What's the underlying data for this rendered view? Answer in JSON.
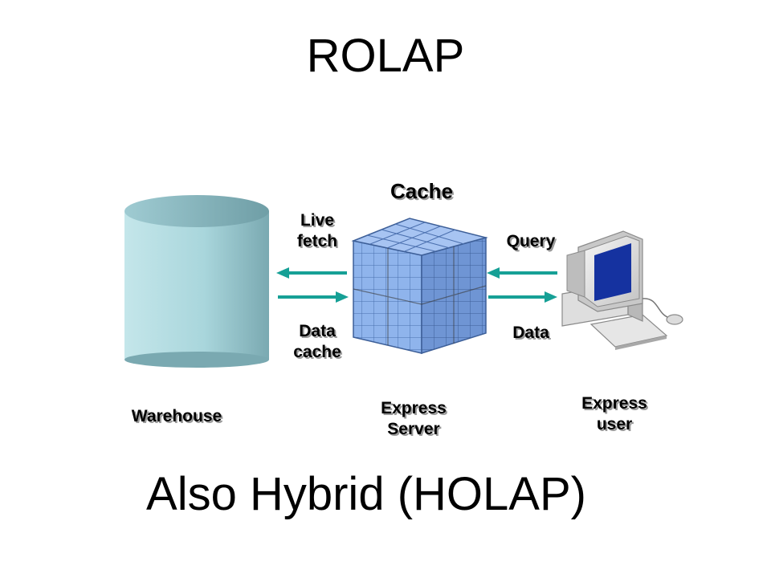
{
  "slide": {
    "title": "ROLAP",
    "subtitle": "Also Hybrid (HOLAP)"
  },
  "labels": {
    "cache": "Cache",
    "live_fetch": [
      "Live",
      "fetch"
    ],
    "data_cache": [
      "Data",
      "cache"
    ],
    "query": "Query",
    "data": "Data",
    "warehouse": "Warehouse",
    "express_server": [
      "Express",
      "Server"
    ],
    "express_user": [
      "Express",
      "user"
    ]
  },
  "icons": {
    "warehouse": "database-cylinder-icon",
    "server": "data-cube-icon",
    "user": "desktop-computer-icon"
  },
  "colors": {
    "arrow": "#16a096",
    "cylinder": "#a9d6dc",
    "cube": "#8fb4ec",
    "screen": "#1532a0"
  }
}
